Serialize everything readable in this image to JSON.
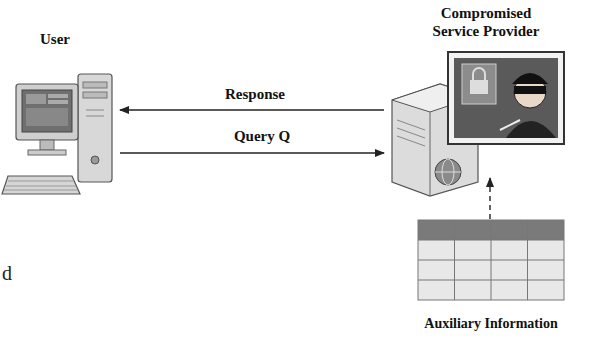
{
  "diagram": {
    "nodes": [
      {
        "text": [
          "User"
        ]
      },
      {
        "text": [
          "Compromised Service Provider"
        ]
      },
      {
        "text": [
          "Auxiliary Information"
        ]
      }
    ],
    "edges": [
      {
        "from": 1,
        "to": 0,
        "label": "Response",
        "arrow": "to"
      },
      {
        "from": 0,
        "to": 1,
        "label": "Query Q",
        "arrow": "to"
      },
      {
        "from": 2,
        "to": 1,
        "arrow": "to"
      }
    ],
    "labels": [
      "d"
    ]
  }
}
